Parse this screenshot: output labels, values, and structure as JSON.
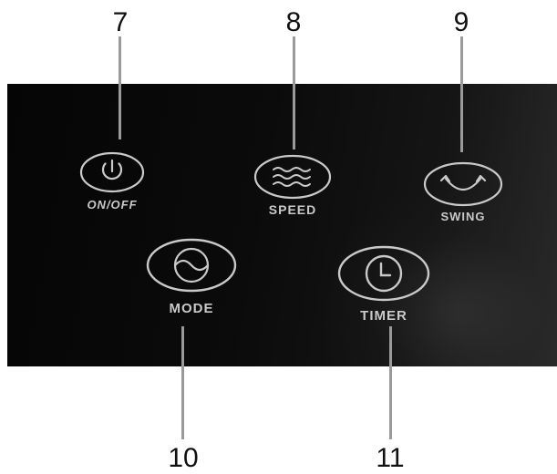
{
  "callouts": {
    "onoff": "7",
    "speed": "8",
    "swing": "9",
    "mode": "10",
    "timer": "11"
  },
  "controls": {
    "onoff_label": "ON/OFF",
    "speed_label": "SPEED",
    "swing_label": "SWING",
    "mode_label": "MODE",
    "timer_label": "TIMER"
  },
  "icons": {
    "onoff": "power-icon",
    "speed": "wavy-lines-icon",
    "swing": "swing-arrows-icon",
    "mode": "mode-wave-icon",
    "timer": "clock-icon"
  },
  "colors": {
    "panel": "#0a0a0a",
    "icon_stroke": "#c9c9c9",
    "leader": "#9a9a9a",
    "callout_text": "#111111"
  }
}
